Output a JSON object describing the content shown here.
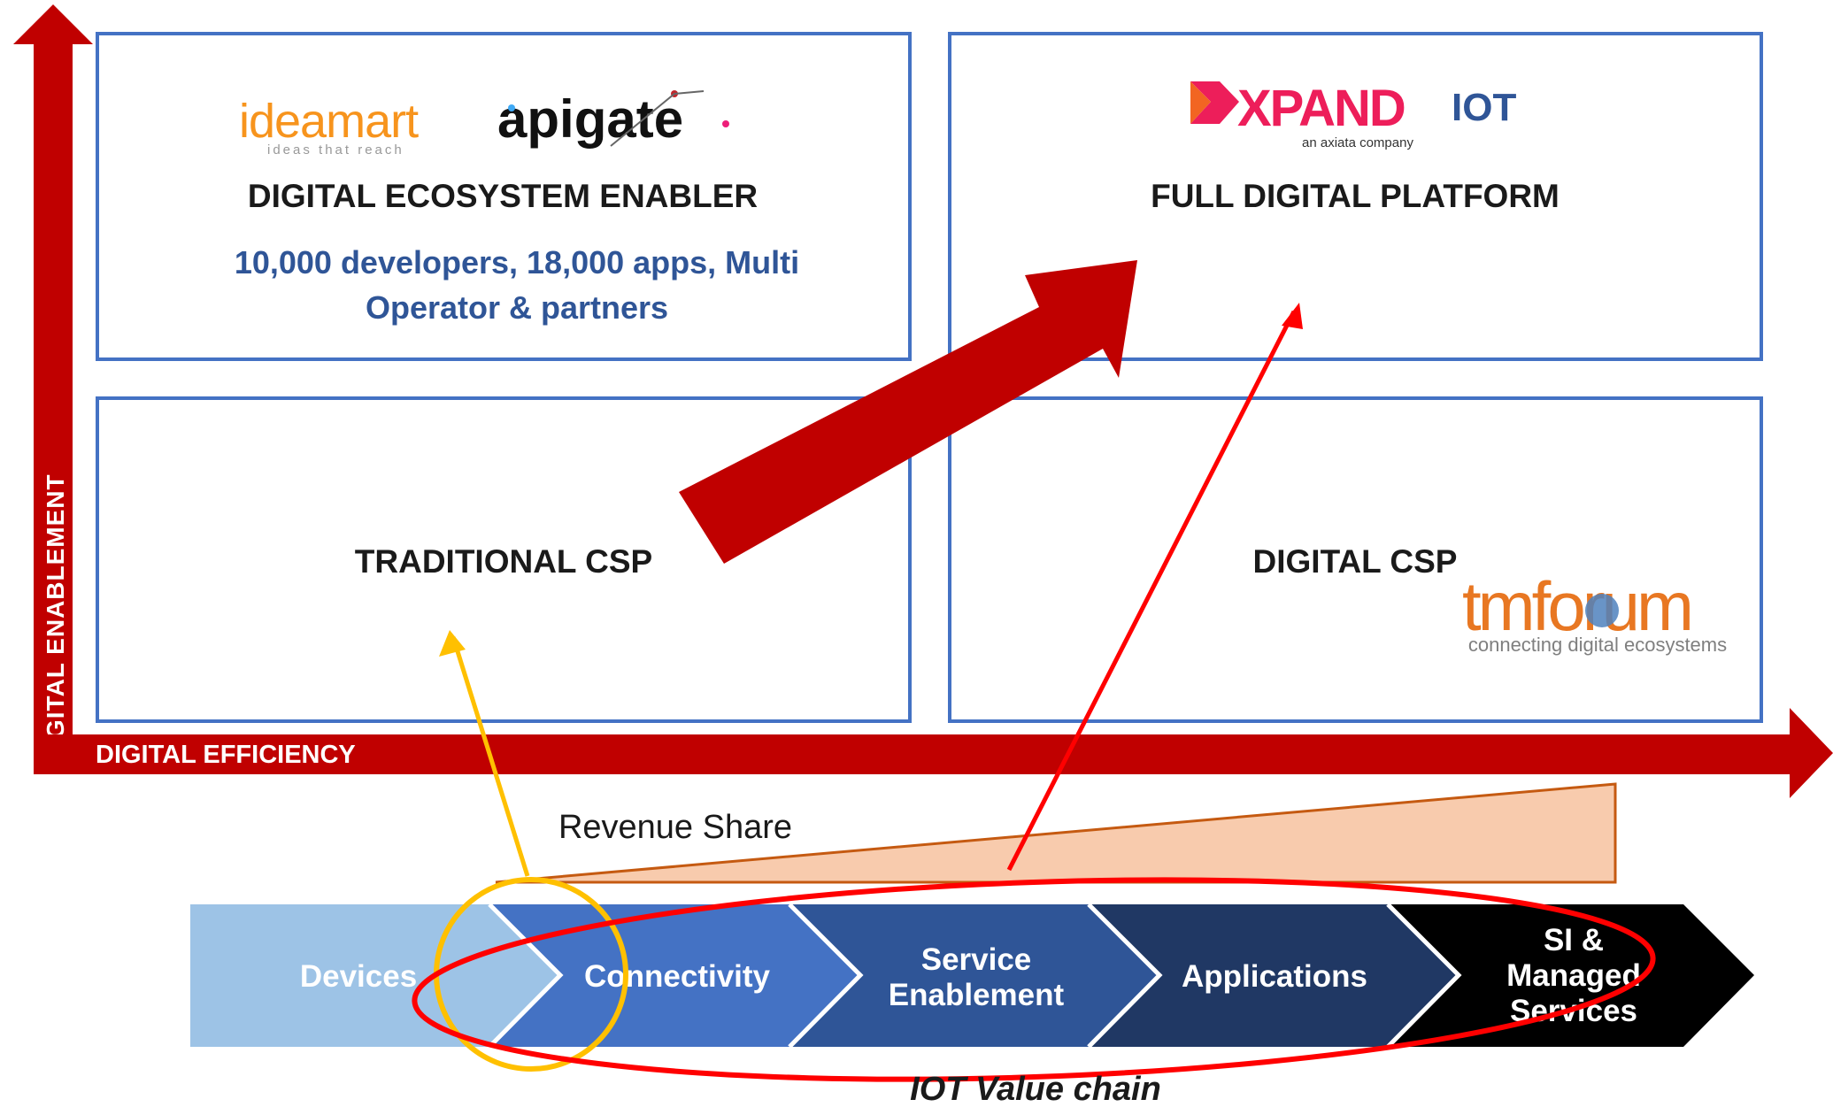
{
  "axes": {
    "vertical_label": "DIGITAL ENABLEMENT",
    "horizontal_label": "DIGITAL EFFICIENCY"
  },
  "quadrants": {
    "top_left": {
      "logo_1": "ideamart",
      "logo_1_tagline": "ideas that reach",
      "logo_2": "apigate",
      "title": "DIGITAL ECOSYSTEM ENABLER",
      "desc_line1": "10,000 developers, 18,000 apps, Multi",
      "desc_line2": "Operator & partners"
    },
    "top_right": {
      "logo": "XPAND",
      "logo_sub": "an axiata company",
      "logo_suffix": "IOT",
      "title": "FULL DIGITAL PLATFORM"
    },
    "bottom_left": {
      "title": "TRADITIONAL CSP"
    },
    "bottom_right": {
      "title": "DIGITAL CSP",
      "logo": "tmforum",
      "logo_tagline": "connecting digital ecosystems"
    }
  },
  "revenue_label": "Revenue Share",
  "value_chain": {
    "caption": "IOT Value chain",
    "steps": [
      {
        "lines": [
          "Devices"
        ],
        "color": "#9dc3e6"
      },
      {
        "lines": [
          "Connectivity"
        ],
        "color": "#4472c4"
      },
      {
        "lines": [
          "Service",
          "Enablement"
        ],
        "color": "#2f5597"
      },
      {
        "lines": [
          "Applications"
        ],
        "color": "#203864"
      },
      {
        "lines": [
          "SI &",
          "Managed",
          "Services"
        ],
        "color": "#000000"
      }
    ]
  },
  "colors": {
    "axis_red": "#c00000",
    "box_border": "#4472c4",
    "highlight_red": "#ff0000",
    "highlight_yellow": "#ffc000",
    "wedge_fill": "#f8cbad",
    "wedge_stroke": "#c55a11",
    "desc_blue": "#2f5597"
  }
}
